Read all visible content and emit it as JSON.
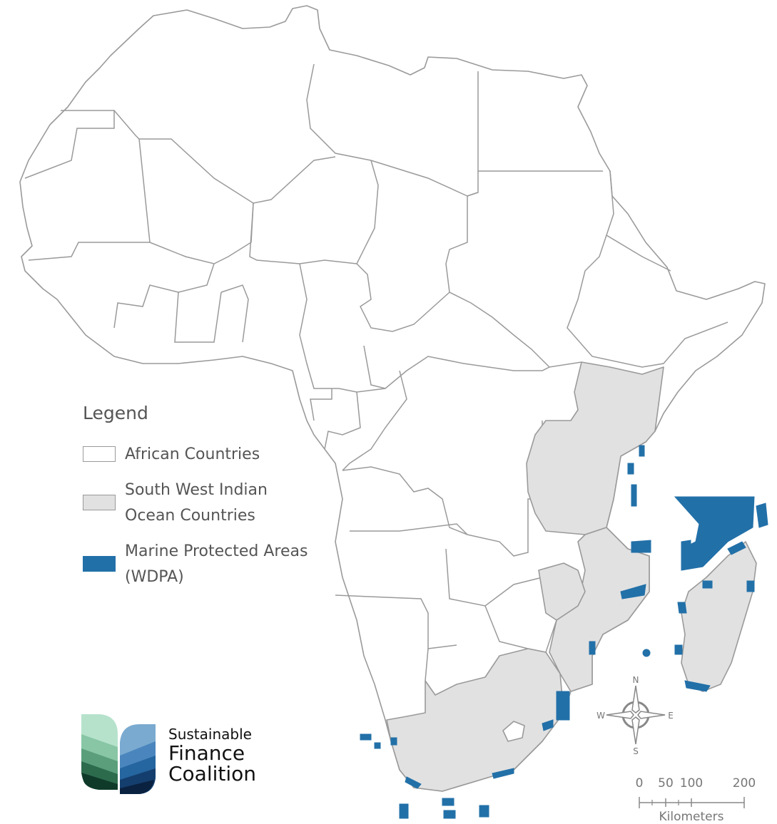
{
  "legend": {
    "title": "Legend",
    "items": [
      {
        "label": "African Countries",
        "fill": "#ffffff",
        "stroke": "#9a9a9a"
      },
      {
        "label": "South West Indian Ocean Countries",
        "label_line1": "South West Indian",
        "label_line2": "Ocean Countries",
        "fill": "#e1e1e1",
        "stroke": "#9a9a9a"
      },
      {
        "label": "Marine Protected Areas (WDPA)",
        "label_line1": "Marine Protected Areas",
        "label_line2": "(WDPA)",
        "fill": "#2270a8",
        "stroke": "#2270a8"
      }
    ]
  },
  "compass": {
    "n": "N",
    "s": "S",
    "e": "E",
    "w": "W"
  },
  "scale_bar": {
    "ticks": [
      "0",
      "50",
      "100",
      "200"
    ],
    "unit": "Kilometers"
  },
  "logo": {
    "line1": "Sustainable",
    "line2": "Finance",
    "line3": "Coalition"
  },
  "colors": {
    "country_fill": "#ffffff",
    "swio_fill": "#e1e1e1",
    "mpa_fill": "#2270a8",
    "border": "#9a9a9a"
  }
}
